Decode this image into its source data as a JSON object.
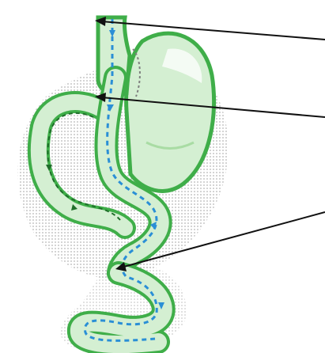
{
  "diagram": {
    "colors": {
      "outline": "#3fae49",
      "fill": "#d4efd2",
      "fill_dark": "#a9dca4",
      "flow_blue": "#2a8fd6",
      "flow_dark": "#1f6e2a",
      "halo": "#c9c9c9",
      "arrow": "#111111"
    },
    "components": [
      {
        "id": "esophagus",
        "icon": "esophagus-tube"
      },
      {
        "id": "stomach-pouch",
        "icon": "small-pouch"
      },
      {
        "id": "bypassed-stomach",
        "icon": "stomach-remnant"
      },
      {
        "id": "roux-limb",
        "icon": "intestine-limb"
      },
      {
        "id": "biliopancreatic-limb",
        "icon": "intestine-limb"
      },
      {
        "id": "common-channel",
        "icon": "intestine-coil"
      }
    ],
    "pointers": [
      {
        "id": "pointer-top",
        "target": "esophagus"
      },
      {
        "id": "pointer-middle",
        "target": "stomach-pouch"
      },
      {
        "id": "pointer-bottom",
        "target": "jejunojejunostomy"
      }
    ]
  }
}
